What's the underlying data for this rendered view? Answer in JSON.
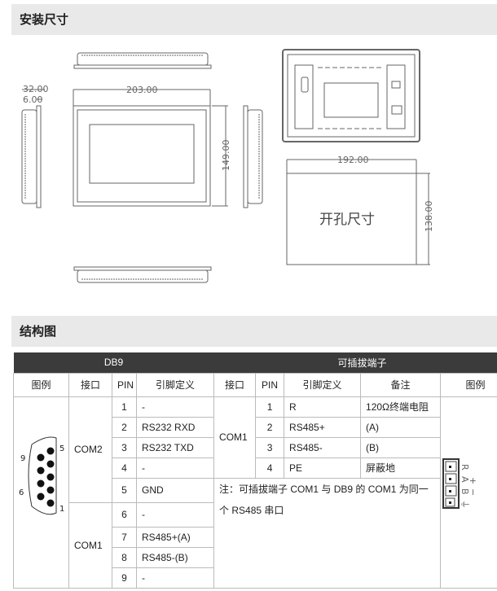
{
  "sections": {
    "install": "安装尺寸",
    "structure": "结构图"
  },
  "drawing": {
    "depth": "32.00",
    "bezel": "6.00",
    "width": "203.00",
    "height": "149.00",
    "cutout_width": "192.00",
    "cutout_height": "138.00",
    "cutout_label": "开孔尺寸"
  },
  "table": {
    "db9_title": "DB9",
    "terminal_title": "可插拔端子",
    "headers": [
      "图例",
      "接口",
      "PIN",
      "引脚定义",
      "接口",
      "PIN",
      "引脚定义",
      "备注",
      "图例"
    ],
    "db9_ports": [
      "COM2",
      "COM1"
    ],
    "db9_rows": [
      {
        "pin": "1",
        "def": "-"
      },
      {
        "pin": "2",
        "def": "RS232 RXD"
      },
      {
        "pin": "3",
        "def": "RS232 TXD"
      },
      {
        "pin": "4",
        "def": "-"
      },
      {
        "pin": "5",
        "def": "GND"
      },
      {
        "pin": "6",
        "def": "-"
      },
      {
        "pin": "7",
        "def": "RS485+(A)"
      },
      {
        "pin": "8",
        "def": "RS485-(B)"
      },
      {
        "pin": "9",
        "def": "-"
      }
    ],
    "terminal_port": "COM1",
    "terminal_rows": [
      {
        "pin": "1",
        "def": "R",
        "note": "120Ω终端电阻"
      },
      {
        "pin": "2",
        "def": "RS485+",
        "note": "(A)"
      },
      {
        "pin": "3",
        "def": "RS485-",
        "note": "(B)"
      },
      {
        "pin": "4",
        "def": "PE",
        "note": "屏蔽地"
      }
    ],
    "footnote": "注：可插拔端子 COM1 与 DB9 的 COM1 为同一个 RS485 串口",
    "db9_pin_labels": {
      "tl": "9",
      "tr": "5",
      "bl": "6",
      "br": "1"
    },
    "terminal_labels": [
      "R",
      "A",
      "B",
      "⏚"
    ],
    "terminal_signs": [
      "+",
      "−"
    ]
  }
}
